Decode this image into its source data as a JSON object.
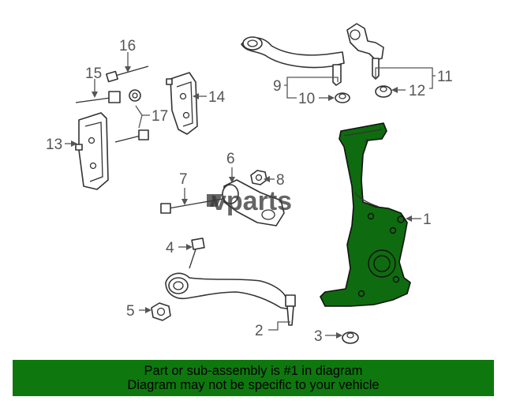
{
  "diagram": {
    "callouts": {
      "c1": "1",
      "c2": "2",
      "c3": "3",
      "c4": "4",
      "c5": "5",
      "c6": "6",
      "c7": "7",
      "c8": "8",
      "c9": "9",
      "c10": "10",
      "c11": "11",
      "c12": "12",
      "c13": "13",
      "c14": "14",
      "c15": "15",
      "c16": "16",
      "c17": "17"
    },
    "highlighted_part": "1",
    "highlight_color": "#0e780e"
  },
  "watermark": {
    "text": "vparts"
  },
  "banner": {
    "line1": "Part or sub-assembly is #1 in diagram",
    "line2": "Diagram may not be specific to your vehicle",
    "background": "#0e780e"
  }
}
